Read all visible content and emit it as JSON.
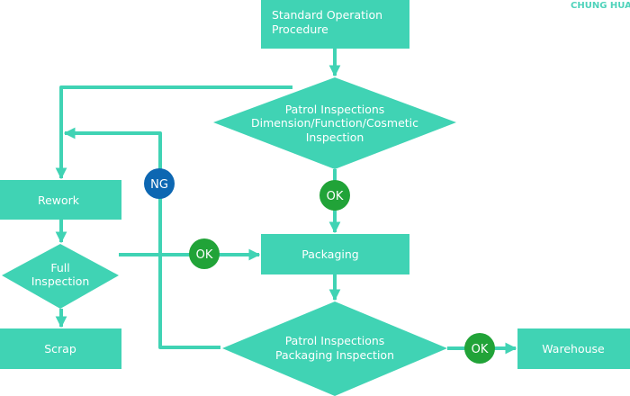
{
  "brand": "CHUNG HUA",
  "nodes": {
    "sop": {
      "lines": [
        "Standard Operation",
        "Procedure"
      ]
    },
    "patrol1": {
      "lines": [
        "Patrol Inspections",
        "Dimension/Function/Cosmetic",
        "Inspection"
      ]
    },
    "rework": {
      "lines": [
        "Rework"
      ]
    },
    "full": {
      "lines": [
        "Full",
        "Inspection"
      ]
    },
    "scrap": {
      "lines": [
        "Scrap"
      ]
    },
    "packaging": {
      "lines": [
        "Packaging"
      ]
    },
    "patrol2": {
      "lines": [
        "Patrol Inspections",
        "Packaging Inspection"
      ]
    },
    "warehouse": {
      "lines": [
        "Warehouse"
      ]
    }
  },
  "badges": {
    "ok1": "OK",
    "ok2": "OK",
    "ok3": "OK",
    "ng": "NG"
  },
  "colors": {
    "node": "#40d3b4",
    "ok": "#21a338",
    "ng": "#0d67b2",
    "brand": "#4fd3bb"
  }
}
